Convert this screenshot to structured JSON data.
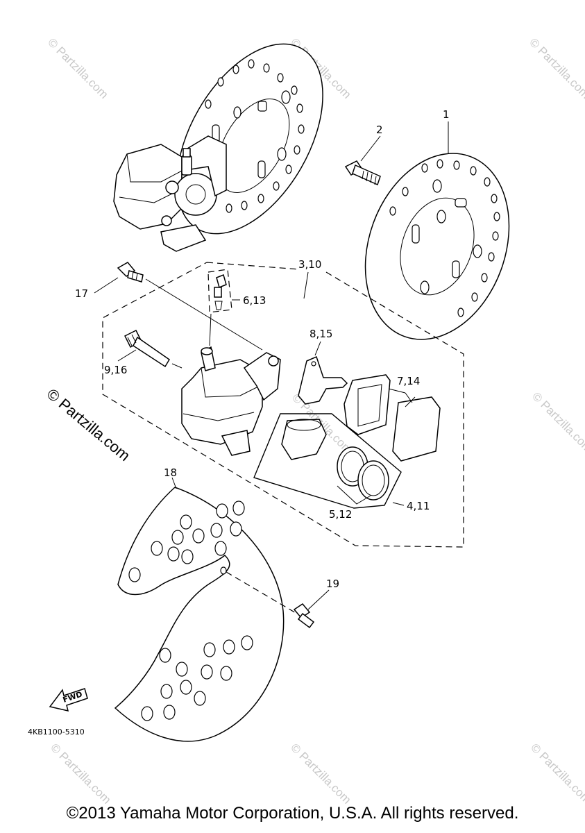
{
  "watermark": {
    "small": "© Partzilla.com",
    "large": "© Partzilla.com"
  },
  "callouts": {
    "p1": "1",
    "p2": "2",
    "p3_10": "3,10",
    "p17": "17",
    "p6_13": "6,13",
    "p8_15": "8,15",
    "p9_16": "9,16",
    "p7_14": "7,14",
    "p18": "18",
    "p4_11": "4,11",
    "p5_12": "5,12",
    "p19": "19"
  },
  "fwd_label": "FWD",
  "diagram_code": "4KB1100-5310",
  "copyright": "©2013 Yamaha Motor Corporation, U.S.A. All rights reserved."
}
